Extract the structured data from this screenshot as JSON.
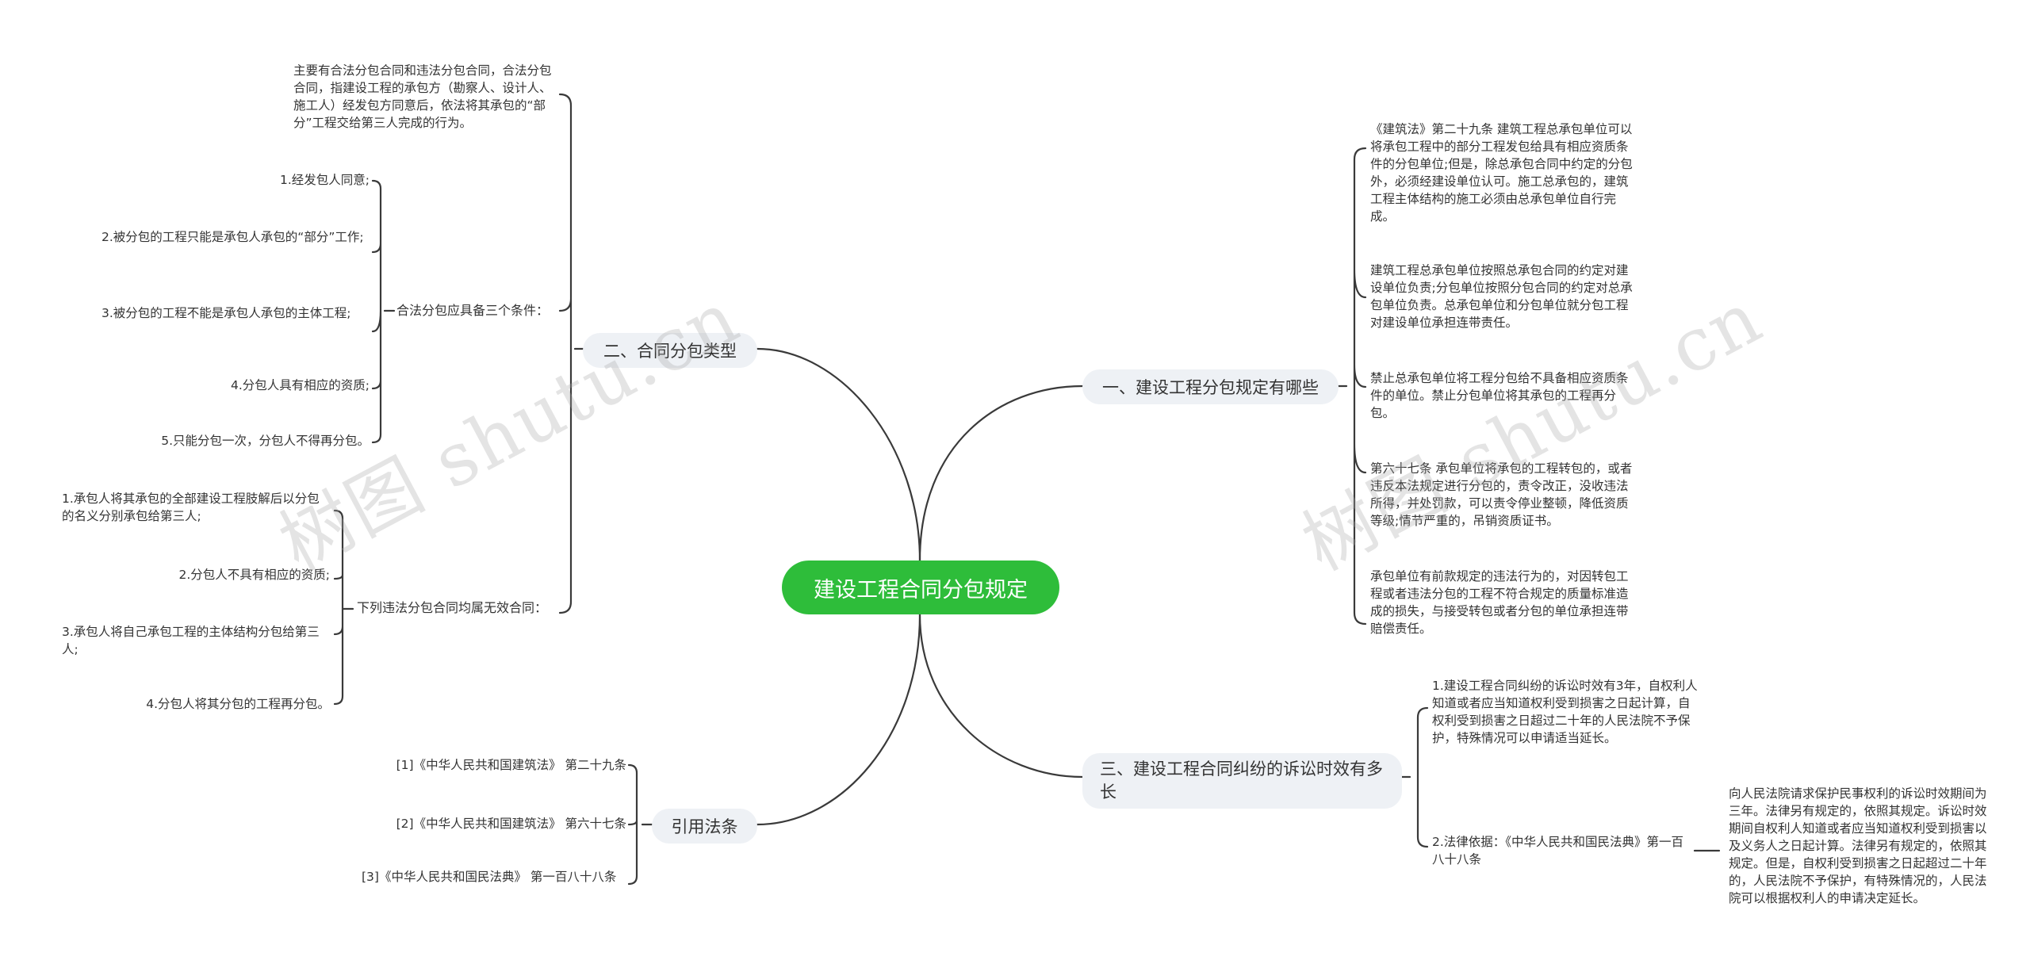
{
  "root": "建设工程合同分包规定",
  "branches": {
    "b1": {
      "label": "一、建设工程分包规定有哪些",
      "items": [
        "《建筑法》第二十九条 建筑工程总承包单位可以将承包工程中的部分工程发包给具有相应资质条件的分包单位;但是，除总承包合同中约定的分包外，必须经建设单位认可。施工总承包的，建筑工程主体结构的施工必须由总承包单位自行完成。",
        "建筑工程总承包单位按照总承包合同的约定对建设单位负责;分包单位按照分包合同的约定对总承包单位负责。总承包单位和分包单位就分包工程对建设单位承担连带责任。",
        "禁止总承包单位将工程分包给不具备相应资质条件的单位。禁止分包单位将其承包的工程再分包。",
        "第六十七条 承包单位将承包的工程转包的，或者违反本法规定进行分包的，责令改正，没收违法所得，并处罚款，可以责令停业整顿，降低资质等级;情节严重的，吊销资质证书。",
        "承包单位有前款规定的违法行为的，对因转包工程或者违法分包的工程不符合规定的质量标准造成的损失，与接受转包或者分包的单位承担连带赔偿责任。"
      ]
    },
    "b2": {
      "label": "二、合同分包类型",
      "intro": "主要有合法分包合同和违法分包合同，合法分包合同，指建设工程的承包方（勘察人、设计人、施工人）经发包方同意后，依法将其承包的“部分”工程交给第三人完成的行为。",
      "legal": {
        "label": "合法分包应具备三个条件：",
        "items": [
          "1.经发包人同意;",
          "2.被分包的工程只能是承包人承包的“部分”工作;",
          "3.被分包的工程不能是承包人承包的主体工程;",
          "4.分包人具有相应的资质;",
          "5.只能分包一次，分包人不得再分包。"
        ]
      },
      "invalid": {
        "label": "下列违法分包合同均属无效合同：",
        "items": [
          "1.承包人将其承包的全部建设工程肢解后以分包的名义分别承包给第三人;",
          "2.分包人不具有相应的资质;",
          "3.承包人将自己承包工程的主体结构分包给第三人;",
          "4.分包人将其分包的工程再分包。"
        ]
      }
    },
    "b3": {
      "label": "三、建设工程合同纠纷的诉讼时效有多长",
      "item1": "1.建设工程合同纠纷的诉讼时效有3年，自权利人知道或者应当知道权利受到损害之日起计算，自权利受到损害之日超过二十年的人民法院不予保护，特殊情况可以申请适当延长。",
      "item2": "2.法律依据：《中华人民共和国民法典》第一百八十八条",
      "item2_detail": "向人民法院请求保护民事权利的诉讼时效期间为三年。法律另有规定的，依照其规定。诉讼时效期间自权利人知道或者应当知道权利受到损害以及义务人之日起计算。法律另有规定的，依照其规定。但是，自权利受到损害之日起超过二十年的，人民法院不予保护，有特殊情况的，人民法院可以根据权利人的申请决定延长。"
    },
    "b4": {
      "label": "引用法条",
      "items": [
        "[1]《中华人民共和国建筑法》 第二十九条",
        "[2]《中华人民共和国建筑法》 第六十七条",
        "[3]《中华人民共和国民法典》 第一百八十八条"
      ]
    }
  },
  "watermark": "树图 shutu.cn"
}
